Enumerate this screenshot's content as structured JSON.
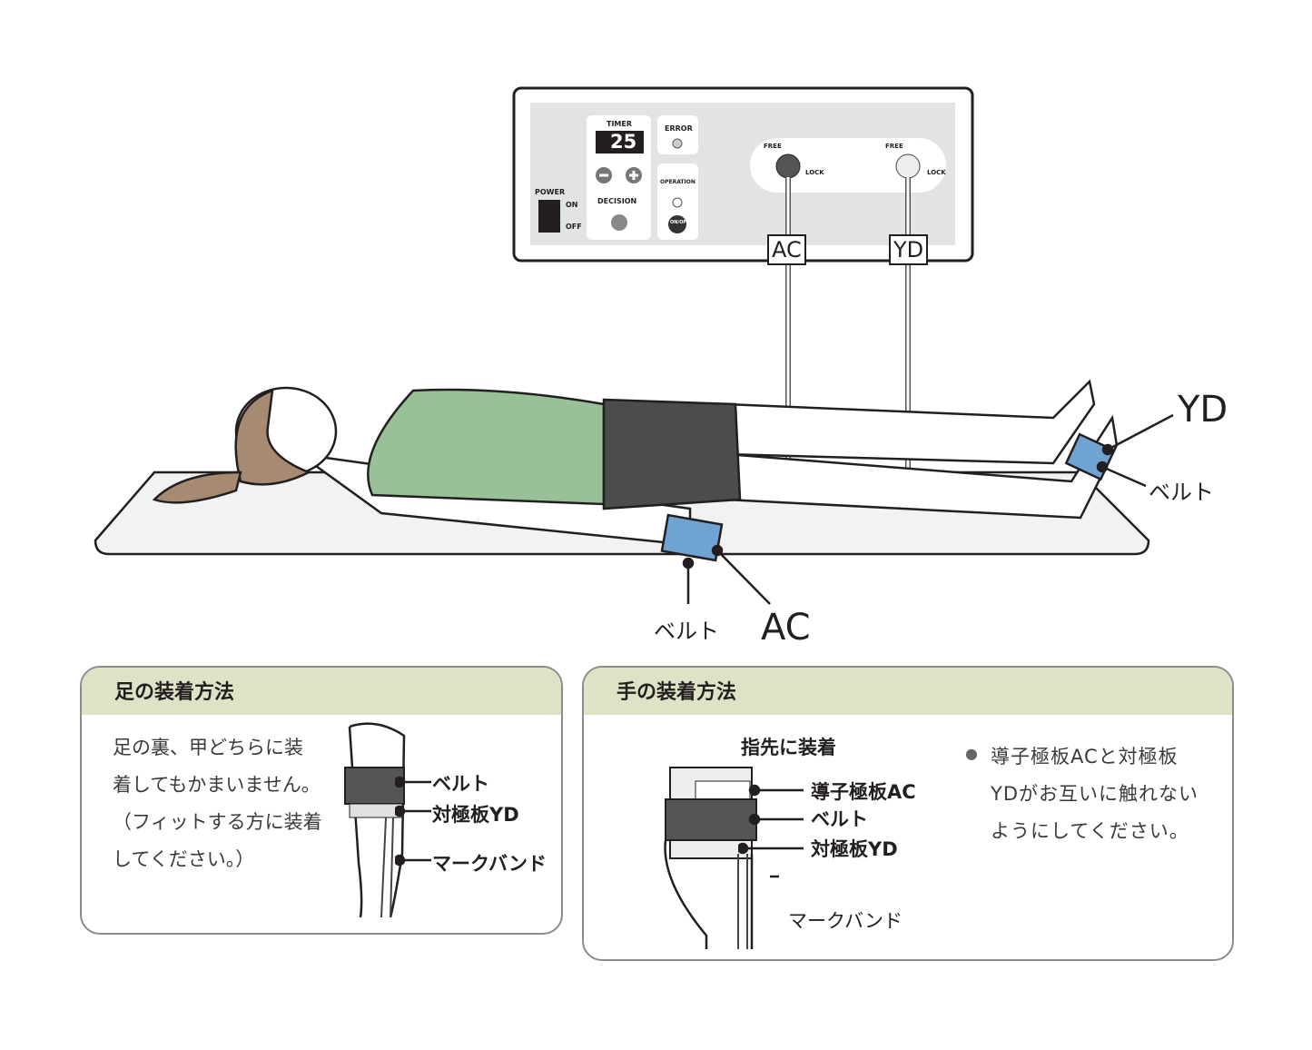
{
  "device": {
    "timer_label": "TIMER",
    "timer_value": "25",
    "error_label": "ERROR",
    "power_label": "POWER",
    "on_label": "ON",
    "off_label": "OFF",
    "decision_label": "DECISION",
    "operation_label": "OPERATION",
    "onoff_button": "ON/OFF",
    "free_label": "FREE",
    "lock_label": "LOCK",
    "ac_tag": "AC",
    "yd_tag": "YD"
  },
  "main_labels": {
    "yd": "YD",
    "belt_foot": "ベルト",
    "belt_hand": "ベルト",
    "ac": "AC"
  },
  "foot_panel": {
    "title": "足の装着方法",
    "description": [
      "足の裏、甲どちらに装",
      "着してもかまいません。",
      "（フィットする方に装着",
      "してください。）"
    ],
    "callouts": [
      "ベルト",
      "対極板YD",
      "マークバンド"
    ]
  },
  "hand_panel": {
    "title": "手の装着方法",
    "callouts": [
      "指先に装着",
      "導子極板AC",
      "ベルト",
      "対極板YD",
      "マークバンド"
    ],
    "note": [
      "導子極板ACと対極板",
      "YDがお互いに触れない",
      "ようにしてください。"
    ]
  },
  "colors": {
    "header": "#dfe3c6",
    "shirt": "#98c197",
    "shorts": "#4a4d4c",
    "cuff": "#6fa3d2",
    "panel": "#e2e3e3"
  }
}
